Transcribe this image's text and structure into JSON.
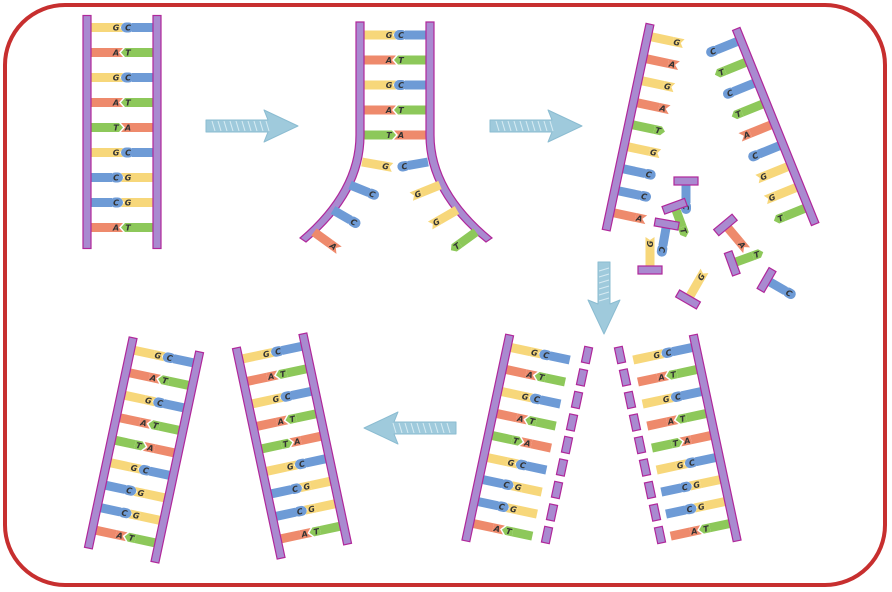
{
  "colors": {
    "border": "#c72f2f",
    "rail_fill": "#a98ad0",
    "rail_stroke": "#b0279a",
    "arrow": "#9fcadc",
    "G": "#f7d77a",
    "C": "#6e9bd6",
    "A": "#ee8a6c",
    "T": "#8dc85a"
  },
  "sequence": [
    {
      "left": "G",
      "right": "C"
    },
    {
      "left": "A",
      "right": "T"
    },
    {
      "left": "G",
      "right": "C"
    },
    {
      "left": "A",
      "right": "T"
    },
    {
      "left": "T",
      "right": "A"
    },
    {
      "left": "G",
      "right": "C"
    },
    {
      "left": "C",
      "right": "G"
    },
    {
      "left": "C",
      "right": "G"
    },
    {
      "left": "A",
      "right": "T"
    }
  ],
  "steps": [
    {
      "name": "original-double-helix"
    },
    {
      "name": "helix-unzipping"
    },
    {
      "name": "strands-separated-free-nucleotides"
    },
    {
      "name": "complementary-pairing"
    },
    {
      "name": "two-daughter-molecules"
    }
  ],
  "free_nucleotides": [
    "C",
    "T",
    "C",
    "G",
    "A",
    "T",
    "G",
    "C"
  ]
}
